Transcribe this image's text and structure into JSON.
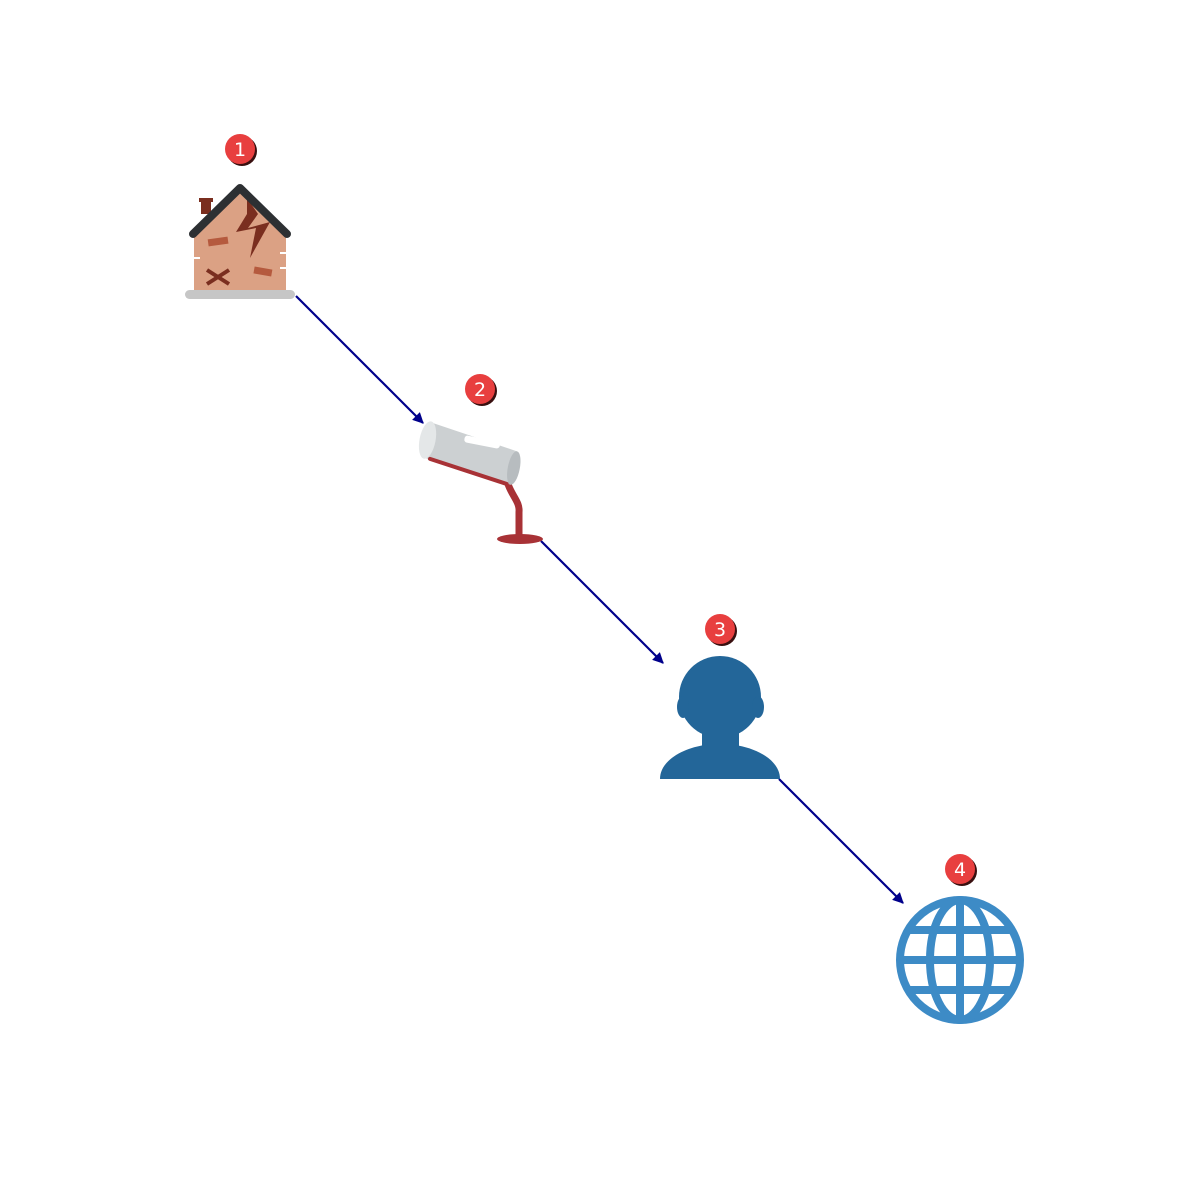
{
  "steps": [
    {
      "id": "1",
      "icon": "derelict-house-icon"
    },
    {
      "id": "2",
      "icon": "spilled-glass-icon"
    },
    {
      "id": "3",
      "icon": "person-silhouette-icon"
    },
    {
      "id": "4",
      "icon": "globe-icon"
    }
  ],
  "colors": {
    "badge_fill": "#e83f3f",
    "badge_shadow": "#3a1010",
    "arrow": "#00008b",
    "person": "#236699",
    "globe": "#3d8bc6",
    "house_wall": "#dba184",
    "house_roof": "#2d3033",
    "house_crack": "#7a2e1f",
    "glass": "#ccd0d2",
    "liquid": "#a83236"
  }
}
